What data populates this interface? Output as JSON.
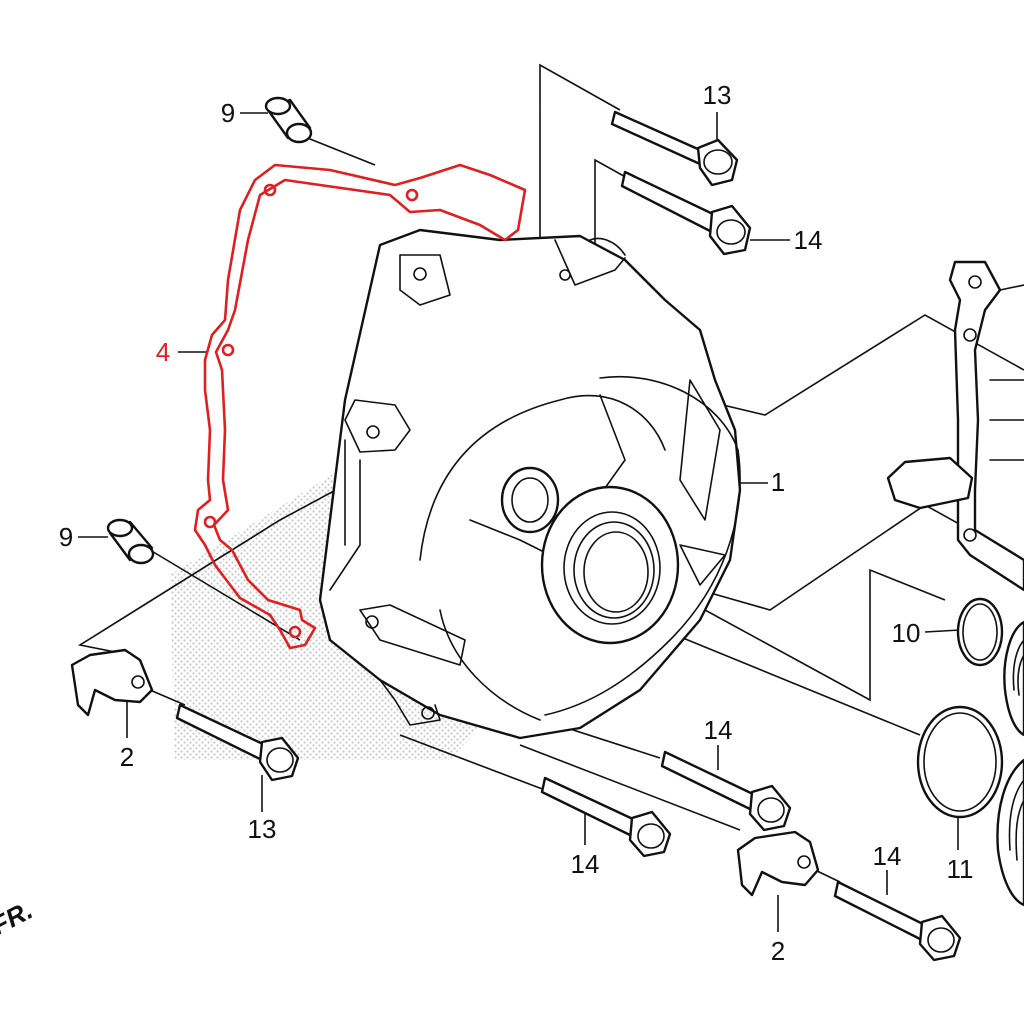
{
  "callouts": {
    "p1": "1",
    "p2a": "2",
    "p2b": "2",
    "p4": "4",
    "p9a": "9",
    "p9b": "9",
    "p10": "10",
    "p11": "11",
    "p13a": "13",
    "p13b": "13",
    "p14a": "14",
    "p14b": "14",
    "p14c": "14",
    "p14d": "14"
  },
  "front_marker": "FR.",
  "colors": {
    "lines": "#111111",
    "highlight_gasket": "#e02020",
    "background": "#ffffff"
  }
}
